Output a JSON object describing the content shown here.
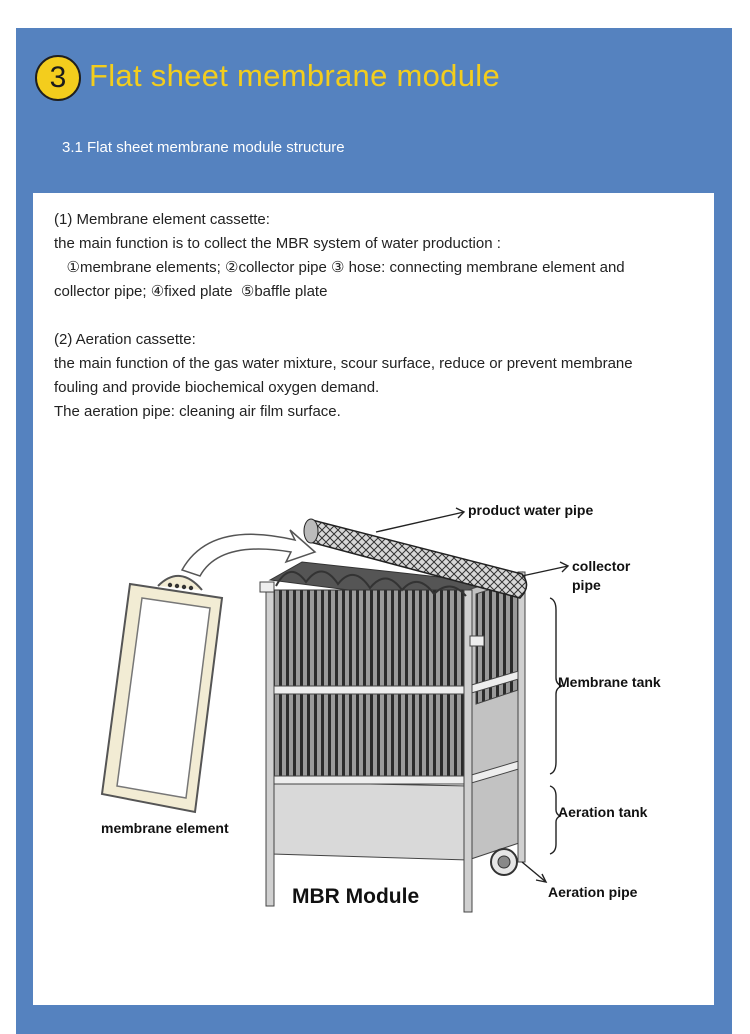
{
  "section": {
    "number": "3",
    "title": "Flat sheet membrane module",
    "subtitle": "3.1 Flat sheet membrane module structure"
  },
  "body": {
    "lines": [
      "(1) Membrane element cassette:",
      "the main function is to collect the MBR system of water production :",
      "   ①membrane elements; ②collector pipe ③ hose: connecting membrane element and",
      "collector pipe; ④fixed plate  ⑤baffle plate",
      "",
      "(2) Aeration cassette:",
      "the main function of the gas water mixture, scour surface, reduce or prevent membrane",
      "fouling and provide biochemical oxygen demand.",
      "The aeration pipe: cleaning air film surface."
    ]
  },
  "figure": {
    "labels": {
      "product_water_pipe": "product water pipe",
      "collector_pipe_1": "collector",
      "collector_pipe_2": "pipe",
      "membrane_tank": "Membrane tank",
      "aeration_tank": "Aeration tank",
      "aeration_pipe": "Aeration pipe",
      "membrane_element": "membrane element",
      "module_caption": "MBR Module"
    }
  },
  "colors": {
    "panel_blue": "#5582bf",
    "title_yellow": "#f3cd1d",
    "card_white": "#ffffff"
  }
}
